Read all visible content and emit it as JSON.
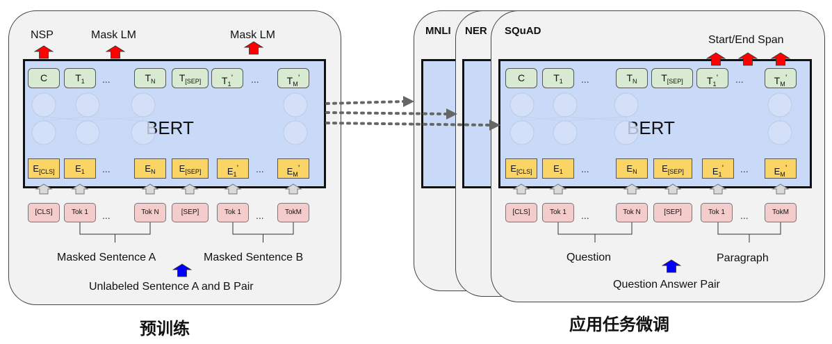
{
  "pretrain": {
    "head_labels": {
      "nsp": "NSP",
      "mask_lm_1": "Mask LM",
      "mask_lm_2": "Mask LM"
    },
    "bert_label": "BERT",
    "outputs": [
      {
        "main": "C",
        "sub": "",
        "prime": ""
      },
      {
        "main": "T",
        "sub": "1",
        "prime": ""
      },
      {
        "main": "T",
        "sub": "N",
        "prime": ""
      },
      {
        "main": "T",
        "sub": "[SEP]",
        "prime": ""
      },
      {
        "main": "T",
        "sub": "1",
        "prime": "’"
      },
      {
        "main": "T",
        "sub": "M",
        "prime": "’"
      }
    ],
    "embeddings": [
      {
        "main": "E",
        "sub": "[CLS]",
        "prime": ""
      },
      {
        "main": "E",
        "sub": "1",
        "prime": ""
      },
      {
        "main": "E",
        "sub": "N",
        "prime": ""
      },
      {
        "main": "E",
        "sub": "[SEP]",
        "prime": ""
      },
      {
        "main": "E",
        "sub": "1",
        "prime": "’"
      },
      {
        "main": "E",
        "sub": "M",
        "prime": "’"
      }
    ],
    "tokens": [
      "[CLS]",
      "Tok 1",
      "Tok N",
      "[SEP]",
      "Tok 1",
      "TokM"
    ],
    "ellipsis": "...",
    "sentence_a": "Masked Sentence A",
    "sentence_b": "Masked Sentence B",
    "pair_label": "Unlabeled Sentence A and B Pair",
    "caption": "预训练"
  },
  "finetune": {
    "tasks": [
      "MNLI",
      "NER",
      "SQuAD"
    ],
    "span_label": "Start/End Span",
    "bert_label": "BERT",
    "outputs": [
      {
        "main": "C",
        "sub": "",
        "prime": ""
      },
      {
        "main": "T",
        "sub": "1",
        "prime": ""
      },
      {
        "main": "T",
        "sub": "N",
        "prime": ""
      },
      {
        "main": "T",
        "sub": "[SEP]",
        "prime": ""
      },
      {
        "main": "T",
        "sub": "1",
        "prime": "’"
      },
      {
        "main": "T",
        "sub": "M",
        "prime": "’"
      }
    ],
    "embeddings": [
      {
        "main": "E",
        "sub": "[CLS]",
        "prime": ""
      },
      {
        "main": "E",
        "sub": "1",
        "prime": ""
      },
      {
        "main": "E",
        "sub": "N",
        "prime": ""
      },
      {
        "main": "E",
        "sub": "[SEP]",
        "prime": ""
      },
      {
        "main": "E",
        "sub": "1",
        "prime": "’"
      },
      {
        "main": "E",
        "sub": "M",
        "prime": "’"
      }
    ],
    "tokens": [
      "[CLS]",
      "Tok 1",
      "Tok N",
      "[SEP]",
      "Tok 1",
      "TokM"
    ],
    "ellipsis": "...",
    "question": "Question",
    "paragraph": "Paragraph",
    "pair_label": "Question Answer Pair",
    "caption": "应用任务微调"
  },
  "colors": {
    "panel_bg": "#f2f2f2",
    "bert_bg": "#c9daf8",
    "output_bg": "#d9ead3",
    "embedding_bg": "#fbd466",
    "token_bg": "#f4cccc",
    "head_arrow": "#ff0000",
    "input_arrow": "#0000ff",
    "connector_arrow": "#666666"
  }
}
